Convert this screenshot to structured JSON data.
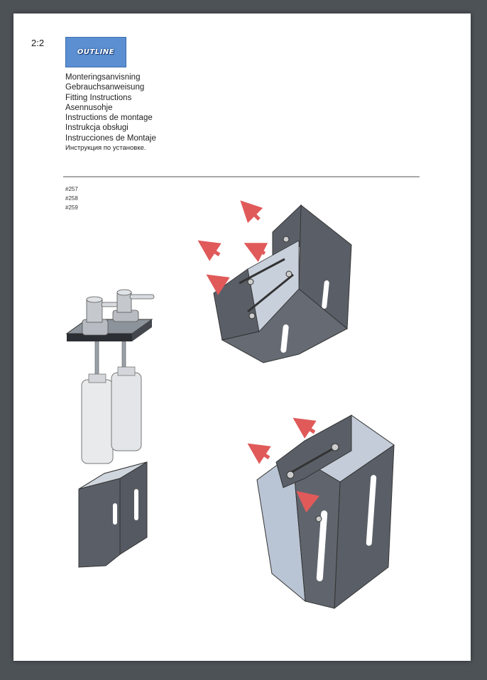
{
  "page_number": "2:2",
  "logo": {
    "text": "OUTLINE",
    "color": "#5b8fd1"
  },
  "titles": [
    "Monteringsanvisning",
    "Gebrauchsanweisung",
    "Fitting Instructions",
    "Asennusohje",
    "Instructions de montage",
    "Instrukcja obsługi",
    "Instrucciones de Montaje",
    "Инструкция по установке."
  ],
  "product_codes": [
    "#257",
    "#258",
    "#259"
  ],
  "colors": {
    "background": "#4d5257",
    "holder_dark": "#5a5f67",
    "holder_light": "#b9c4d4",
    "arrow": "#e05a5a",
    "bottle": "#e8eaec"
  }
}
